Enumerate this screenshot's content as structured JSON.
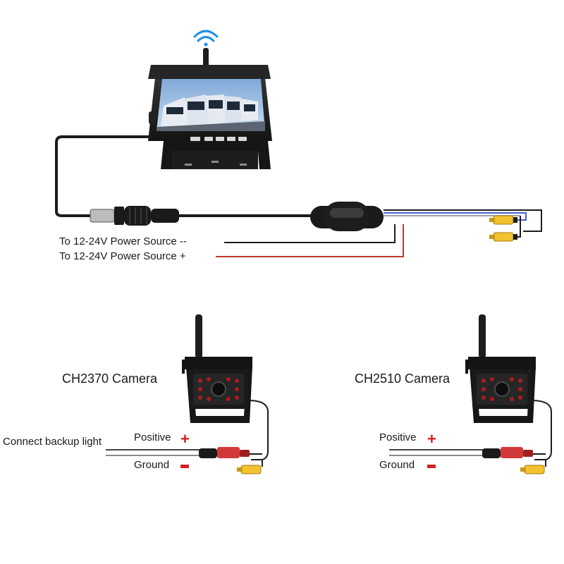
{
  "monitor": {
    "power_negative_label": "To 12-24V Power Source --",
    "power_positive_label": "To 12-24V Power Source +"
  },
  "cameras": [
    {
      "title": "CH2370 Camera",
      "backup_label": "Connect backup light",
      "positive_label": "Positive",
      "ground_label": "Ground"
    },
    {
      "title": "CH2510 Camera",
      "positive_label": "Positive",
      "ground_label": "Ground"
    }
  ],
  "colors": {
    "wire_black": "#1c1c1c",
    "wire_red": "#c0392b",
    "wire_blue": "#4a5fc1",
    "rca_yellow": "#f2c230",
    "wifi_blue": "#1f8fe0",
    "sign_red": "#d22222"
  }
}
